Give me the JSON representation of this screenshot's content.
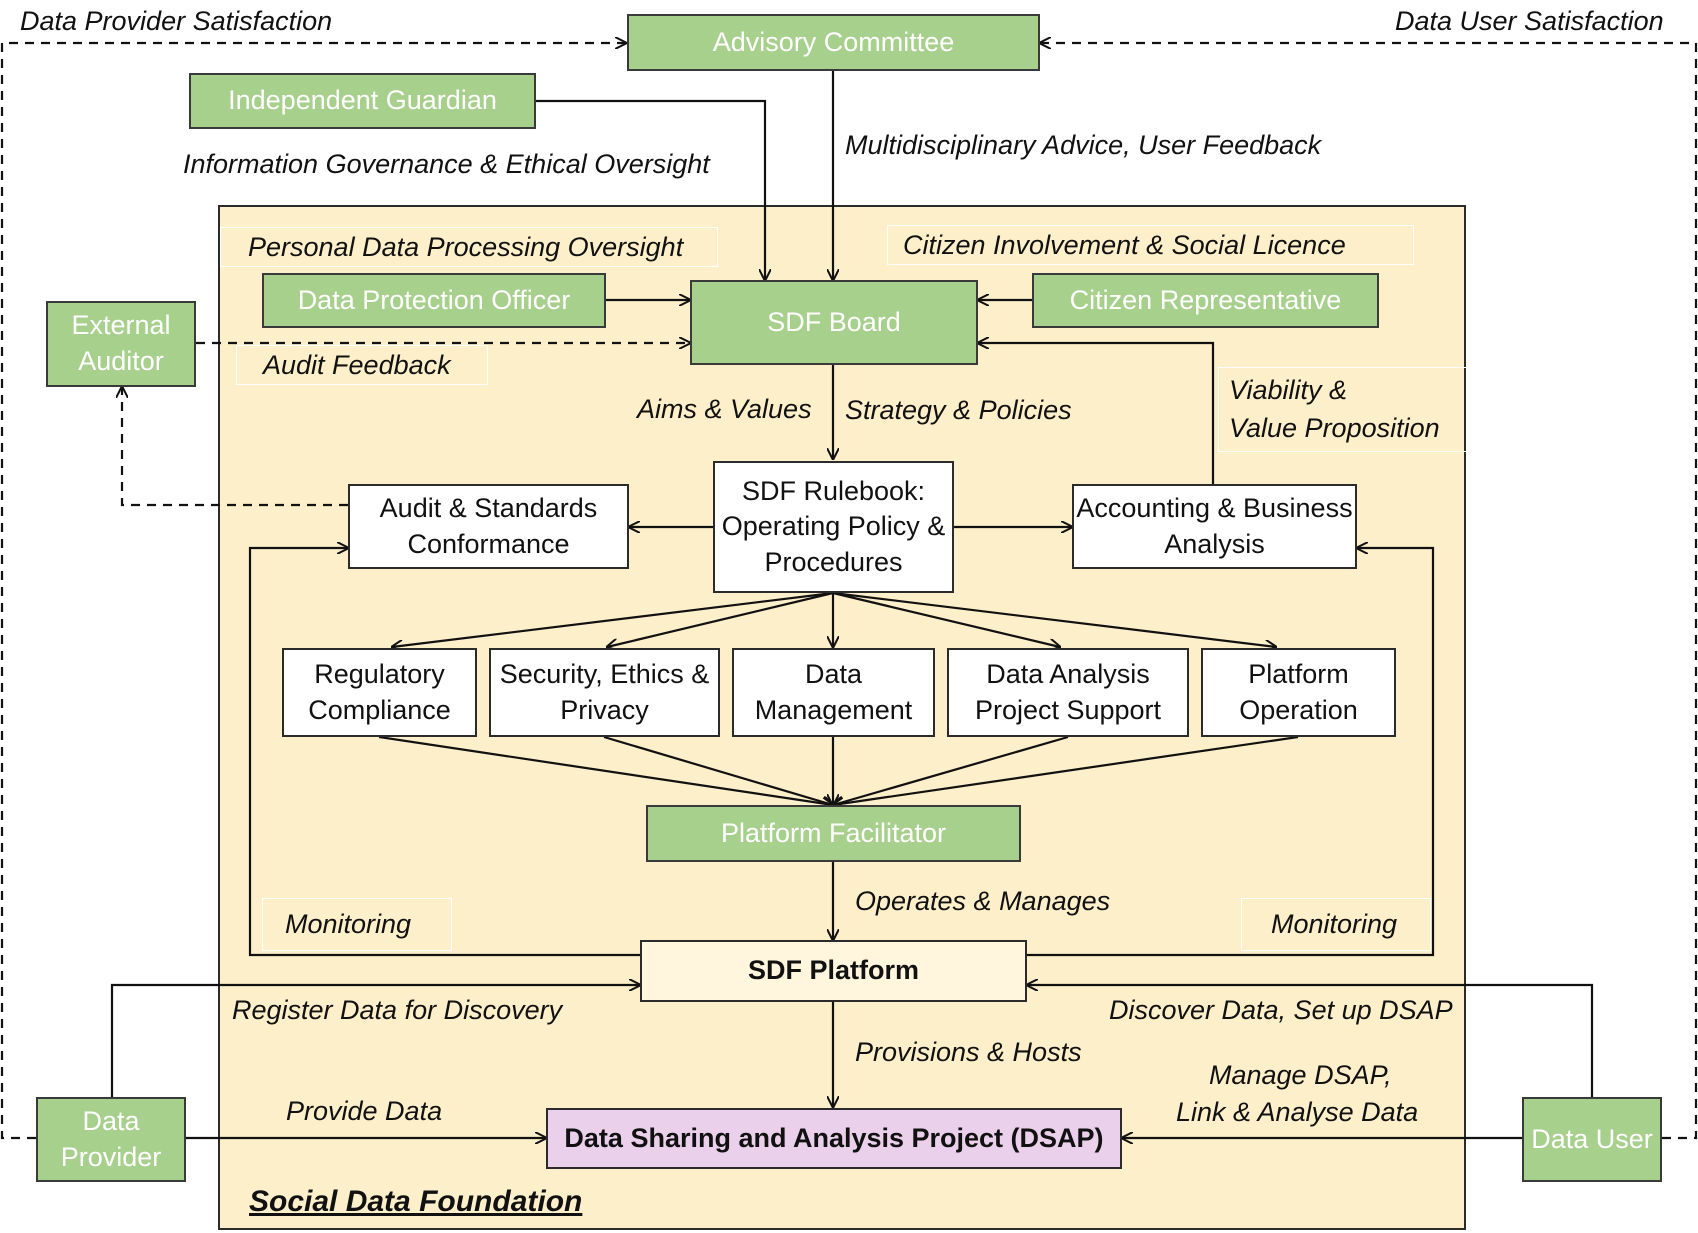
{
  "foundation_title": "Social Data Foundation",
  "nodes": {
    "advisory_committee": "Advisory Committee",
    "independent_guardian": "Independent Guardian",
    "data_protection_officer": "Data Protection Officer",
    "citizen_representative": "Citizen Representative",
    "sdf_board": "SDF Board",
    "external_auditor": "External Auditor",
    "rulebook": "SDF Rulebook: Operating Policy & Procedures",
    "audit_standards": "Audit & Standards Conformance",
    "accounting": "Accounting & Business Analysis",
    "regulatory": "Regulatory Compliance",
    "security": "Security, Ethics & Privacy",
    "data_management": "Data Management",
    "data_analysis": "Data Analysis Project Support",
    "platform_operation": "Platform Operation",
    "platform_facilitator": "Platform Facilitator",
    "sdf_platform": "SDF Platform",
    "dsap": "Data Sharing and Analysis Project (DSAP)",
    "data_provider": "Data Provider",
    "data_user": "Data User"
  },
  "labels": {
    "data_provider_satisfaction": "Data Provider Satisfaction",
    "data_user_satisfaction": "Data User Satisfaction",
    "multidisciplinary": "Multidisciplinary Advice, User Feedback",
    "info_governance": "Information Governance & Ethical Oversight",
    "personal_data": "Personal Data Processing Oversight",
    "citizen_involvement": "Citizen Involvement & Social Licence",
    "audit_feedback": "Audit Feedback",
    "aims_values": "Aims & Values",
    "strategy_policies": "Strategy & Policies",
    "viability_1": "Viability &",
    "viability_2": "Value Proposition",
    "operates_manages": "Operates & Manages",
    "monitoring_left": "Monitoring",
    "monitoring_right": "Monitoring",
    "register_data": "Register Data for Discovery",
    "discover_data": "Discover Data, Set up DSAP",
    "provisions_hosts": "Provisions & Hosts",
    "manage_dsap_1": "Manage DSAP,",
    "manage_dsap_2": "Link & Analyse Data",
    "provide_data": "Provide Data"
  },
  "colors": {
    "green_box": "#a8d08d",
    "foundation_bg": "#fdefca",
    "dsap_bg": "#ead0ea"
  }
}
